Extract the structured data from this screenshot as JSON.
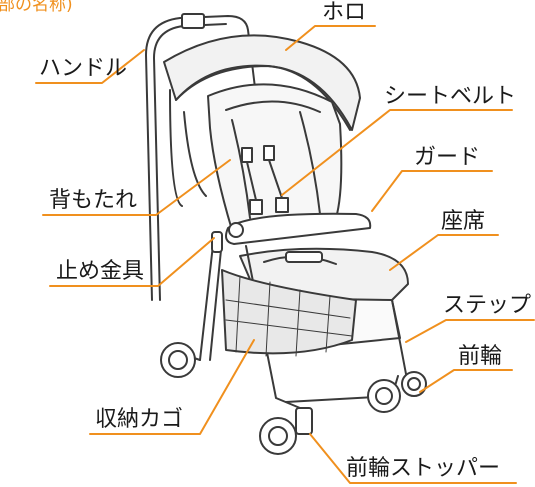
{
  "heading": "部の名称)",
  "labels": {
    "hood": "ホロ",
    "handle": "ハンドル",
    "seatbelt": "シートベルト",
    "guard": "ガード",
    "backrest": "背もたれ",
    "seat": "座席",
    "lock": "止め金具",
    "step": "ステップ",
    "front_wheel": "前輪",
    "basket": "収納カゴ",
    "wheel_stopper": "前輪ストッパー"
  },
  "colors": {
    "accent": "#f0901e",
    "line_art": "#3a3a3a",
    "text": "#1a1a1a"
  }
}
